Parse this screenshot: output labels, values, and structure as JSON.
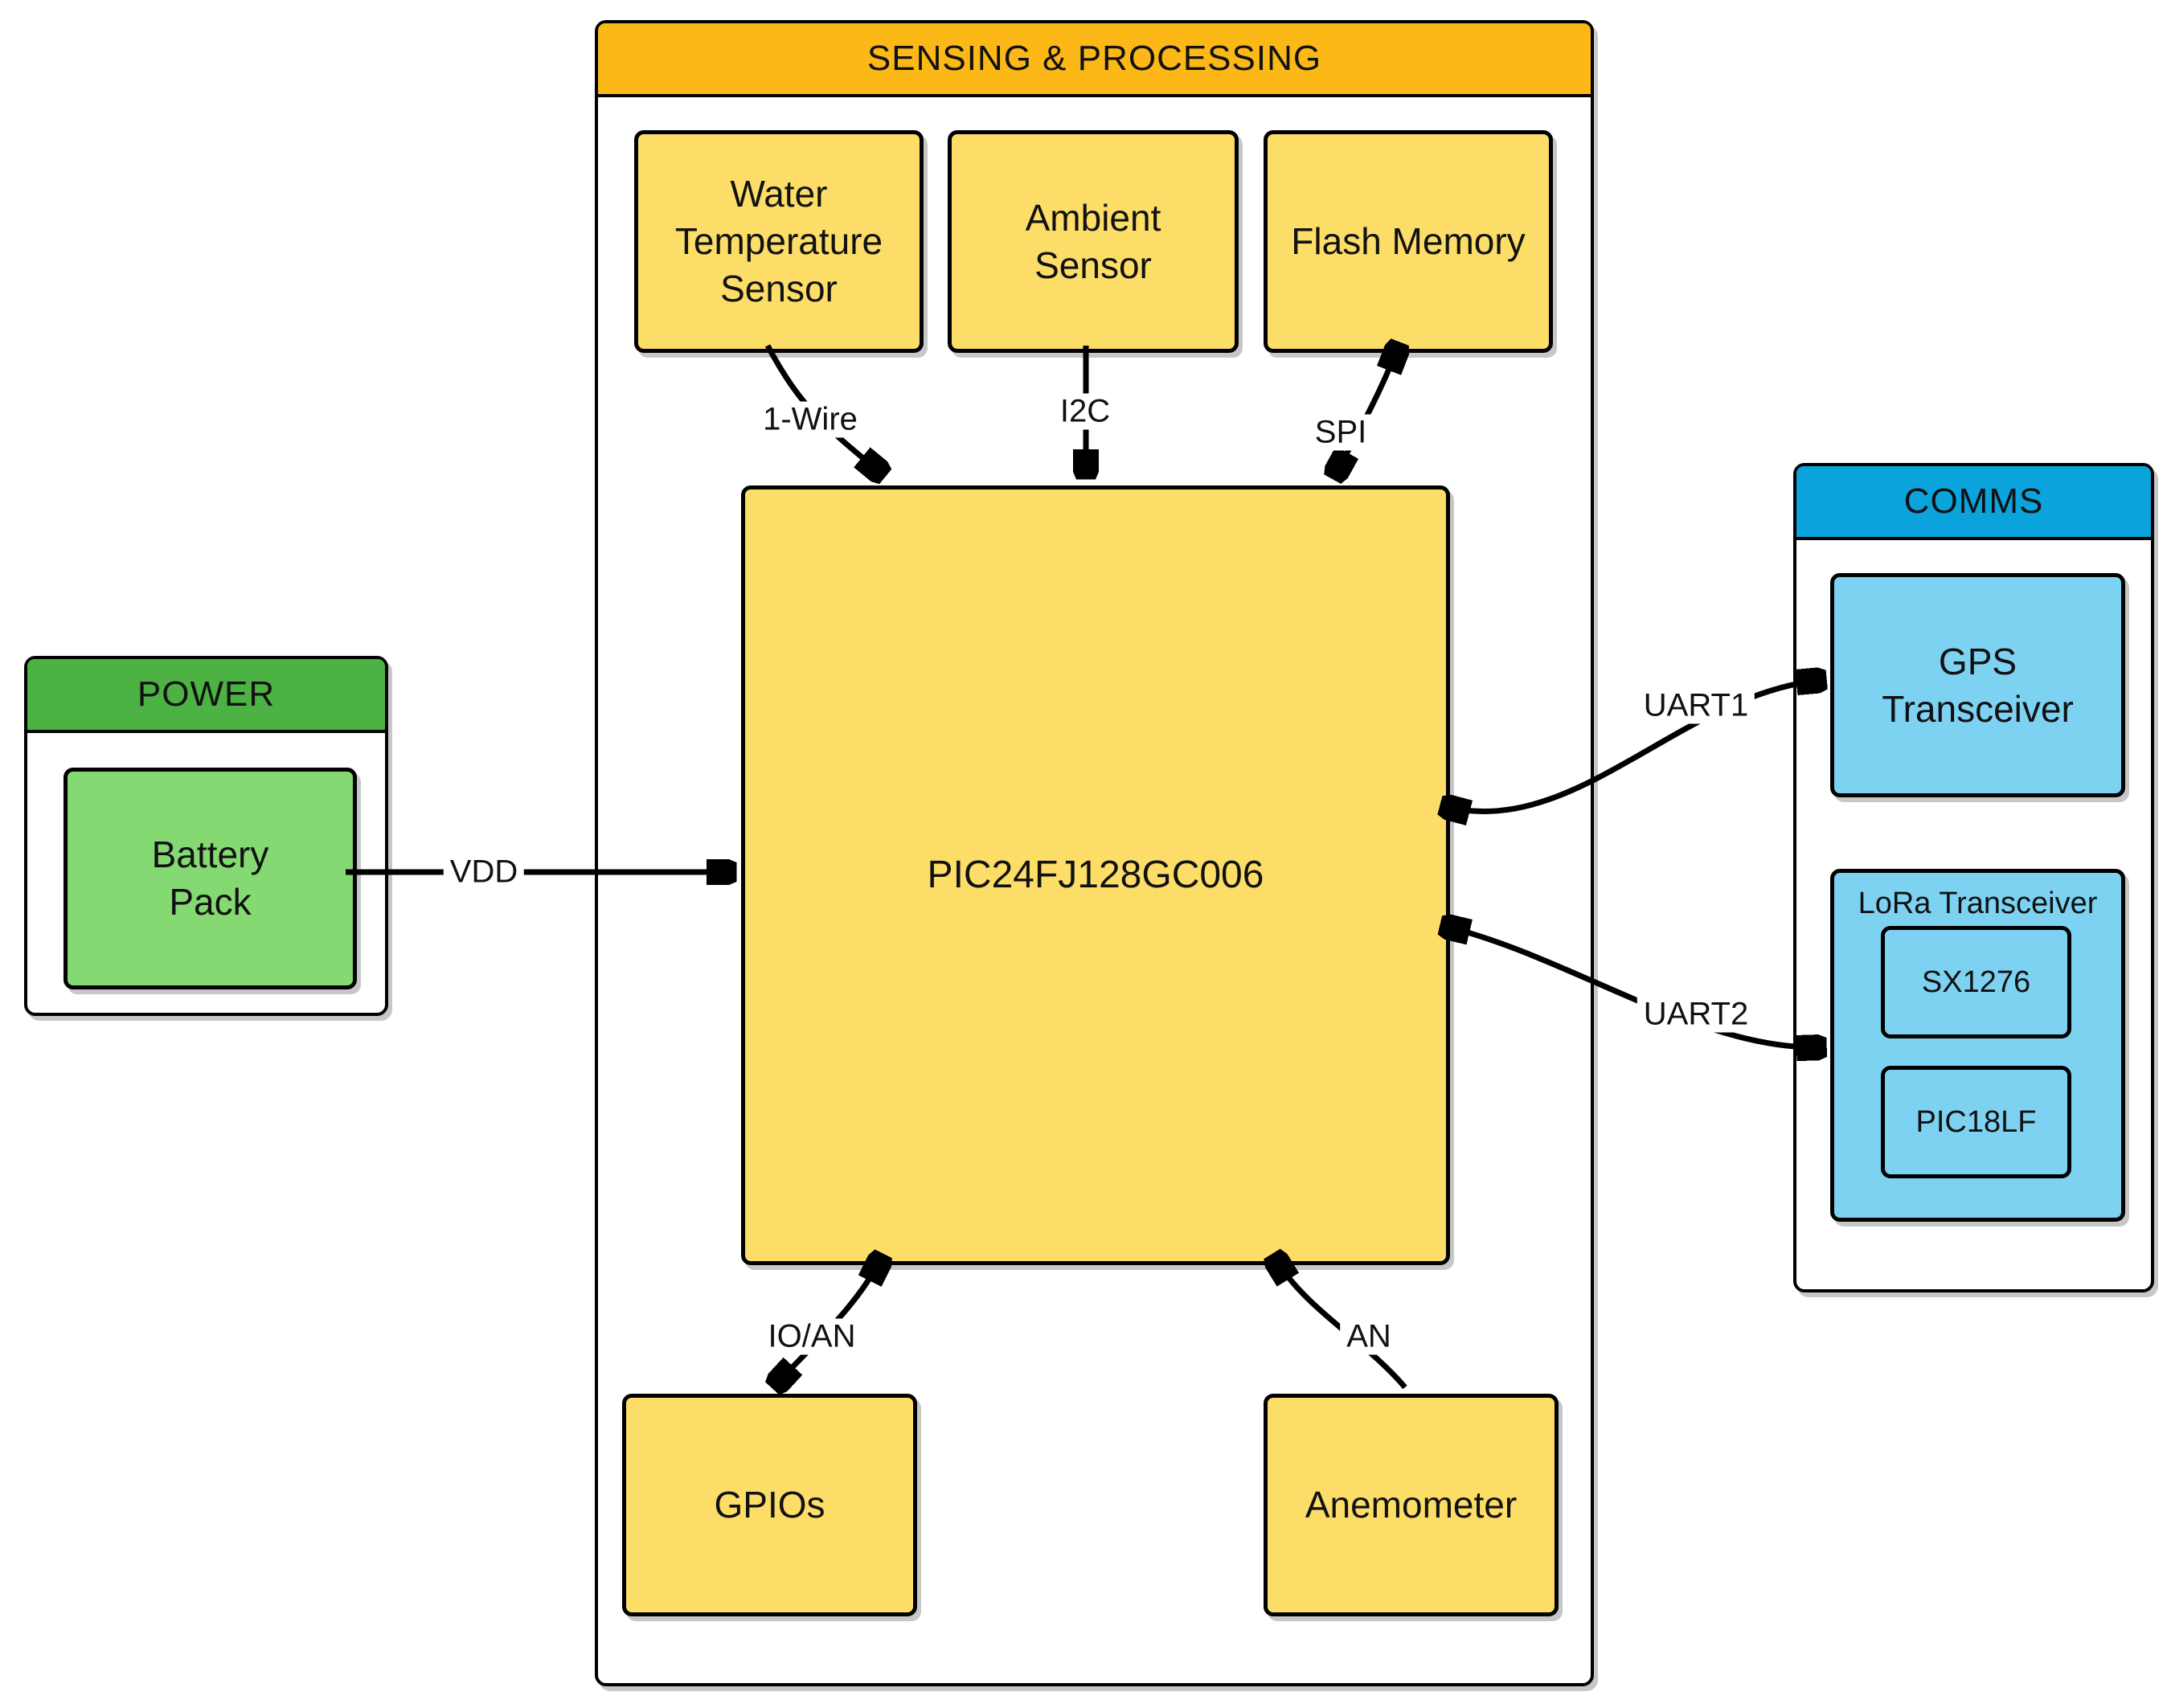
{
  "colors": {
    "amber": "#FBB817",
    "yellow": "#FCDD68",
    "green": "#4CB244",
    "light_green": "#84D973",
    "blue": "#0AA3DC",
    "light_blue": "#7DD2F2",
    "stroke": "#000000",
    "background": "#FFFFFF"
  },
  "power": {
    "header": "POWER",
    "battery": "Battery Pack"
  },
  "sensing": {
    "header": "SENSING & PROCESSING",
    "water_temp_sensor": "Water Temperature Sensor",
    "ambient_sensor": "Ambient Sensor",
    "flash_memory": "Flash Memory",
    "mcu": "PIC24FJ128GC006",
    "gpios": "GPIOs",
    "anemometer": "Anemometer"
  },
  "comms": {
    "header": "COMMS",
    "gps": "GPS Transceiver",
    "lora": "LoRa Transceiver",
    "sx1276": "SX1276",
    "pic18lf": "PIC18LF"
  },
  "connections": {
    "vdd": "VDD",
    "one_wire": "1-Wire",
    "i2c": "I2C",
    "spi": "SPI",
    "uart1": "UART1",
    "uart2": "UART2",
    "io_an": "IO/AN",
    "an": "AN"
  }
}
